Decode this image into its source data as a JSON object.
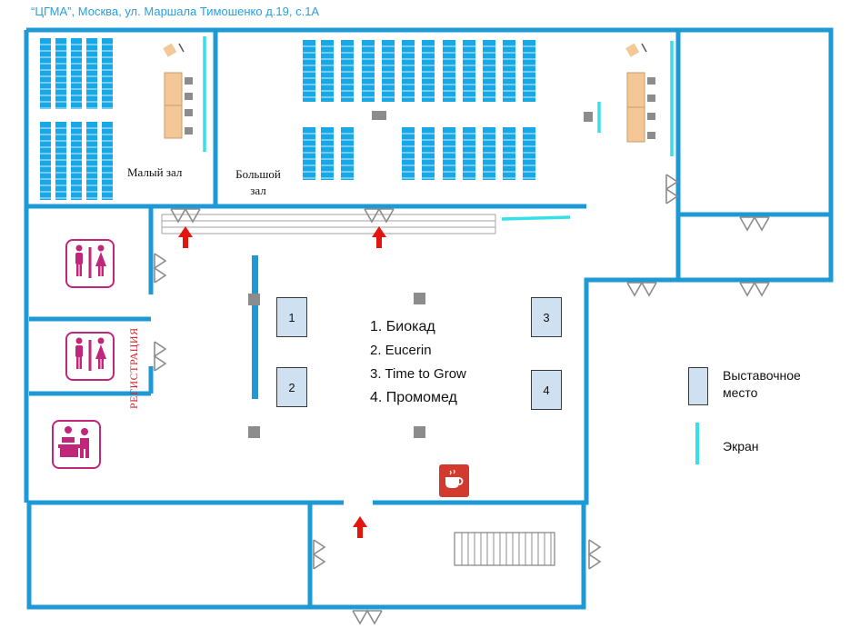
{
  "address": "“ЦГМА”, Москва, ул. Маршала Тимошенко д.19, с.1А",
  "rooms": {
    "small_hall": "Малый зал",
    "big_hall_line1": "Большой",
    "big_hall_line2": "зал",
    "registration": "РЕГИСТРАЦИЯ"
  },
  "stands": [
    "1",
    "2",
    "3",
    "4"
  ],
  "exhibitors": [
    "1. Биокад",
    "2. Eucerin",
    "3. Time to Grow",
    "4. Промомед"
  ],
  "legend": {
    "stand_line1": "Выставочное",
    "stand_line2": "место",
    "screen": "Экран"
  },
  "icons": [
    "restroom-icon",
    "restroom-icon",
    "registration-desk-icon",
    "coffee-icon",
    "entrance-arrow-icon",
    "door-icon",
    "staircase-icon",
    "chair-icon",
    "table-icon",
    "column-icon",
    "screen-icon"
  ],
  "colors": {
    "walls": "#1d9ad6",
    "seats": "#19a8e6",
    "screen": "#35e0e8",
    "stand": "#cfe0f1",
    "arrow": "#e3150f",
    "restroom": "#c0267a",
    "coffee": "#d23a2e",
    "table": "#f4c896",
    "column": "#8c8c8c"
  }
}
